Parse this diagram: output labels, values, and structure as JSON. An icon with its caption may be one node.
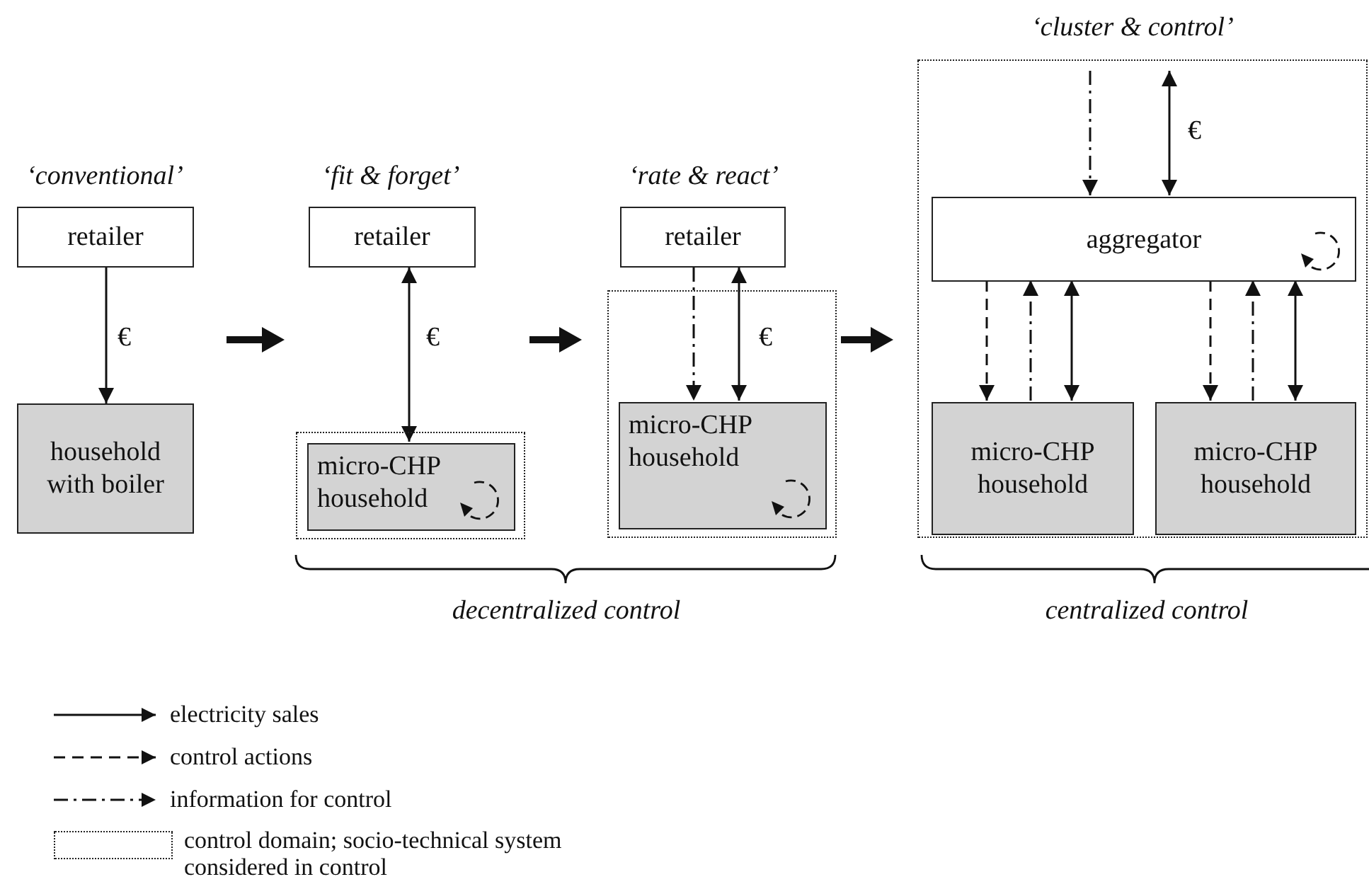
{
  "diagram": {
    "nodes": [
      {
        "text": [
          "retailer"
        ]
      },
      {
        "text": [
          "household with boiler"
        ]
      },
      {
        "text": [],
        "shape": "box"
      },
      {
        "text": [
          "retailer"
        ]
      },
      {
        "text": [
          "micro-CHP household"
        ],
        "in": 2
      },
      {
        "text": [
          "retailer"
        ]
      },
      {
        "text": [],
        "shape": "box"
      },
      {
        "text": [
          "micro-CHP household"
        ],
        "in": 6
      },
      {
        "text": [],
        "shape": "box"
      },
      {
        "text": [
          "aggregator"
        ],
        "in": 8
      },
      {
        "text": [
          "micro-CHP household"
        ],
        "in": 8
      },
      {
        "text": [
          "micro-CHP household"
        ],
        "in": 8
      }
    ],
    "edges": [
      {
        "from": 0,
        "to": 1,
        "arrow": "to",
        "label": "€"
      },
      {
        "from": 3,
        "to": 4,
        "arrow": "both",
        "label": "€"
      },
      {
        "from": 5,
        "to": 7,
        "arrow": "to",
        "style": "dashed"
      },
      {
        "from": 5,
        "to": 7,
        "arrow": "both",
        "label": "€"
      },
      {
        "from": null,
        "to": 9,
        "arrow": "to",
        "style": "dashed"
      },
      {
        "from": null,
        "to": 9,
        "arrow": "both",
        "label": "€"
      },
      {
        "from": 9,
        "to": 10,
        "arrow": "to",
        "style": "dashed"
      },
      {
        "from": 10,
        "to": 9,
        "arrow": "to",
        "style": "dashed"
      },
      {
        "from": 9,
        "to": 10,
        "arrow": "both"
      },
      {
        "from": 9,
        "to": 11,
        "arrow": "to",
        "style": "dashed"
      },
      {
        "from": 11,
        "to": 9,
        "arrow": "to",
        "style": "dashed"
      },
      {
        "from": 9,
        "to": 11,
        "arrow": "both"
      }
    ],
    "labels": [
      "‘conventional’",
      "‘fit & forget’",
      "‘rate & react’",
      "‘cluster & control’",
      "decentralized control",
      "centralized control"
    ],
    "legend": [
      {
        "text": "electricity sales"
      },
      {
        "text": "control actions"
      },
      {
        "text": "information for control"
      },
      {
        "text": "control domain; socio-technical system considered in control"
      }
    ]
  }
}
